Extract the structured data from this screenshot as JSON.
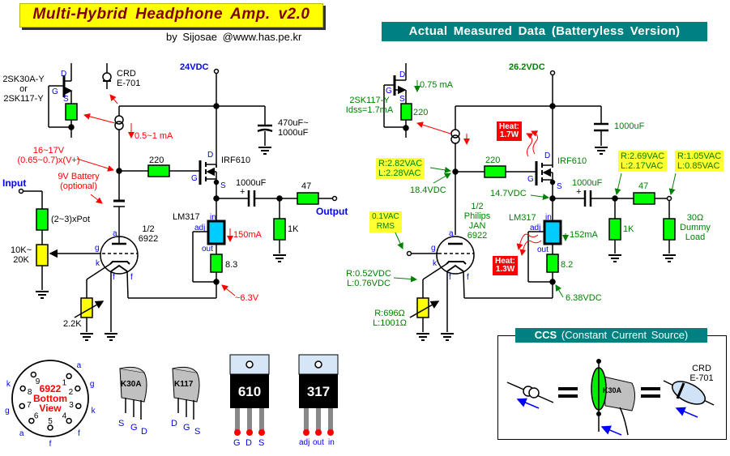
{
  "header": {
    "title": "Multi-Hybrid  Headphone  Amp.  v2.0",
    "byline": "by  Sijosae  @www.has.pe.kr",
    "measured_banner": "Actual  Measured  Data  (Batteryless  Version)"
  },
  "left_schematic": {
    "supply": "24VDC",
    "jfet_label": [
      "2SK30A-Y",
      "or",
      "2SK117-Y"
    ],
    "jfet_pins": {
      "d": "D",
      "g": "G",
      "s": "S"
    },
    "crd": [
      "CRD",
      "E-701"
    ],
    "ccs_current": "0.5~1 mA",
    "node_voltage": [
      "16~17V",
      "(0.65~0.7)x(V+)"
    ],
    "battery": [
      "9V  Battery",
      "(optional)"
    ],
    "input_label": "Input",
    "pot_series": "(2~3)xPot",
    "pot": [
      "10K~",
      "20K"
    ],
    "gate_resistor": "220",
    "mosfet": "IRF610",
    "mosfet_pins": {
      "d": "D",
      "g": "G",
      "s": "S"
    },
    "supply_cap": [
      "470uF~",
      "1000uF"
    ],
    "output_cap": "1000uF",
    "series_resistor": "47",
    "load_resistor": "1K",
    "output_label": "Output",
    "regulator": "LM317",
    "reg_pins": {
      "in": "in",
      "adj": "adj",
      "out": "out"
    },
    "reg_current": "150mA",
    "set_resistor": "8.3",
    "heater_voltage": "~6.3V",
    "tube": [
      "1/2",
      "6922"
    ],
    "tube_pins": {
      "a": "a",
      "g": "g",
      "k": "k",
      "f1": "f",
      "f2": "f"
    },
    "cathode_resistor": "2.2K"
  },
  "right_schematic": {
    "supply": "26.2VDC",
    "jfet_label": [
      "2SK117-Y",
      "Idss=1.7mA"
    ],
    "jfet_pins": {
      "d": "D",
      "g": "G",
      "s": "S"
    },
    "jfet_current": "0.75 mA",
    "source_resistor": "220",
    "gate_ac": [
      "R:2.82VAC",
      "L:2.28VAC"
    ],
    "gate_dc": "18.4VDC",
    "gate_resistor": "220",
    "mosfet": "IRF610",
    "mosfet_pins": {
      "d": "D",
      "g": "G",
      "s": "S"
    },
    "mosfet_heat": [
      "Heat:",
      "1.7W"
    ],
    "supply_cap": "1000uF",
    "source_dc": "14.7VDC",
    "output_cap": "1000uF",
    "node_ac": [
      "R:2.69VAC",
      "L:2.17VAC"
    ],
    "out_ac": [
      "R:1.05VAC",
      "L:0.85VAC"
    ],
    "series_resistor": "47",
    "load_resistor": "1K",
    "dummy_load": [
      "30Ω",
      "Dummy",
      "Load"
    ],
    "input_signal": [
      "0.1VAC",
      "RMS"
    ],
    "tube": [
      "1/2",
      "Philips",
      "JAN",
      "6922"
    ],
    "tube_pins": {
      "a": "a",
      "g": "g",
      "k": "k",
      "f1": "f",
      "f2": "f"
    },
    "regulator": "LM317",
    "reg_pins": {
      "in": "in",
      "adj": "adj",
      "out": "out"
    },
    "reg_current": "152mA",
    "reg_heat": [
      "Heat:",
      "1.3W"
    ],
    "set_resistor": "8.2",
    "heater_voltage": "6.38VDC",
    "cathode_dc": [
      "R:0.52VDC",
      "L:0.76VDC"
    ],
    "cathode_resistor": [
      "R:696Ω",
      "L:1001Ω"
    ]
  },
  "pinouts": {
    "tube_base": {
      "title": [
        "6922",
        "Bottom",
        "View"
      ],
      "pins": [
        {
          "num": "1",
          "fn": "a"
        },
        {
          "num": "2",
          "fn": "g"
        },
        {
          "num": "3",
          "fn": "k"
        },
        {
          "num": "4",
          "fn": "f"
        },
        {
          "num": "5",
          "fn": "f"
        },
        {
          "num": "6",
          "fn": "a"
        },
        {
          "num": "7",
          "fn": "g"
        },
        {
          "num": "8",
          "fn": "k"
        },
        {
          "num": "9",
          "fn": ""
        }
      ]
    },
    "k30a": {
      "marking": "K30A",
      "pins": [
        "S",
        "G",
        "D"
      ]
    },
    "k117": {
      "marking": "K117",
      "pins": [
        "D",
        "G",
        "S"
      ]
    },
    "irf610": {
      "marking": "610",
      "pins": [
        "G",
        "D",
        "S"
      ]
    },
    "lm317": {
      "marking": "317",
      "pins": [
        "adj",
        "out",
        "in"
      ]
    }
  },
  "ccs_panel": {
    "title_bold": "CCS",
    "title_rest": "(Constant  Current  Source)",
    "jfet_marking": "K30A",
    "crd": [
      "CRD",
      "E-701"
    ]
  },
  "colors": {
    "resistor": "#00ff00",
    "pot": "#ffff00",
    "regulator": "#00ccff",
    "title_bg": "#ffff00",
    "title_fg": "#800000",
    "banner_bg": "#008080",
    "annotation_red": "#ff0000",
    "annotation_green": "#008000",
    "pin_blue": "#0000ff"
  }
}
